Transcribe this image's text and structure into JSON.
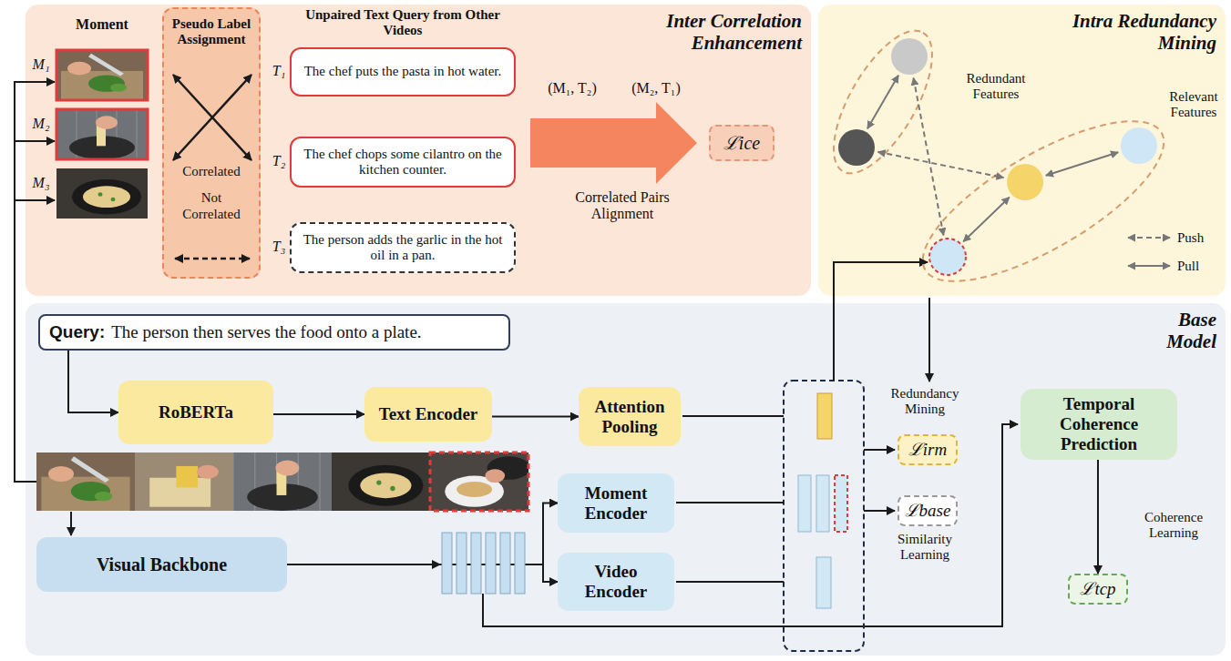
{
  "diagram": {
    "nodes": [
      {
        "text": [
          "Inter Correlation Enhancement"
        ]
      },
      {
        "text": [
          "Pseudo Label Assignment",
          "Correlated",
          "Not Correlated"
        ],
        "in": 0
      },
      {
        "text": [
          "The chef puts the pasta in hot water."
        ],
        "in": 0
      },
      {
        "text": [
          "The chef chops some cilantro on the kitchen counter."
        ],
        "in": 0
      },
      {
        "text": [
          "The person adds the garlic in the hot oil in a pan."
        ],
        "in": 0
      },
      {
        "text": [
          "ℒice"
        ],
        "in": 0
      },
      {
        "text": [
          "Intra Redundancy Mining"
        ]
      },
      {
        "text": [
          "Base Model"
        ]
      },
      {
        "text": [
          "Query:",
          "The person then serves the food onto a plate."
        ],
        "in": 7
      },
      {
        "text": [
          "RoBERTa"
        ],
        "in": 7
      },
      {
        "text": [
          "Text Encoder"
        ],
        "in": 7
      },
      {
        "text": [
          "Attention Pooling"
        ],
        "in": 7
      },
      {
        "text": [
          "Moment Encoder"
        ],
        "in": 7
      },
      {
        "text": [
          "Video Encoder"
        ],
        "in": 7
      },
      {
        "text": [
          "Visual Backbone"
        ],
        "in": 7
      },
      {
        "text": [
          "ℒirm"
        ],
        "in": 7
      },
      {
        "text": [
          "ℒbase"
        ],
        "in": 7
      },
      {
        "text": [
          "Temporal Coherence Prediction"
        ],
        "in": 7
      },
      {
        "text": [
          "ℒtcp"
        ],
        "in": 7
      }
    ],
    "edges": [
      {
        "from": 8,
        "to": 9,
        "arrow": "to"
      },
      {
        "from": 9,
        "to": 10,
        "arrow": "to"
      },
      {
        "from": 10,
        "to": 11,
        "arrow": "to"
      },
      {
        "from": 14,
        "to": 12,
        "arrow": "to"
      },
      {
        "from": 14,
        "to": 13,
        "arrow": "to"
      },
      {
        "from": 17,
        "to": 18,
        "arrow": "to"
      }
    ],
    "labels": [
      "Moment",
      "M₁",
      "M₂",
      "M₃",
      "Unpaired Text Query from Other Videos",
      "T₁",
      "T₂",
      "T₃",
      "(M₁, T₂)",
      "(M₂, T₁)",
      "Correlated Pairs Alignment",
      "Redundant Features",
      "Relevant Features",
      "Redundancy Mining",
      "Similarity Learning",
      "Coherence Learning"
    ],
    "legend": [
      {
        "text": "Push"
      },
      {
        "text": "Pull"
      }
    ]
  }
}
